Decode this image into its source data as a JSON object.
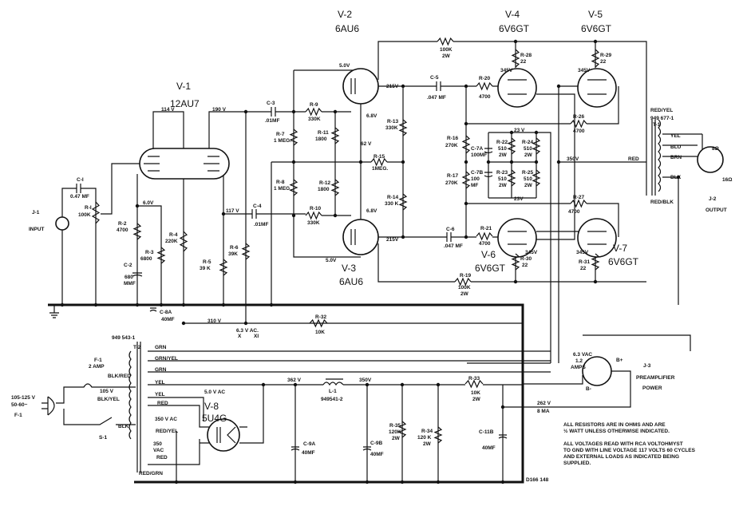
{
  "tubes": [
    {
      "name": "V-1",
      "type": "12AU7"
    },
    {
      "name": "V-2",
      "type": "6AU6"
    },
    {
      "name": "V-3",
      "type": "6AU6"
    },
    {
      "name": "V-4",
      "type": "6V6GT"
    },
    {
      "name": "V-5",
      "type": "6V6GT"
    },
    {
      "name": "V-6",
      "type": "6V6GT"
    },
    {
      "name": "V-7",
      "type": "6V6GT"
    },
    {
      "name": "V-8",
      "type": "5U4G"
    }
  ],
  "resistors": [
    {
      "ref": "R-I",
      "value": "100K"
    },
    {
      "ref": "R-2",
      "value": "4700"
    },
    {
      "ref": "R-3",
      "value": "6800"
    },
    {
      "ref": "R-4",
      "value": "220K"
    },
    {
      "ref": "R-5",
      "value": "39 K"
    },
    {
      "ref": "R-6",
      "value": "39K"
    },
    {
      "ref": "R-7",
      "value": "1 MEG."
    },
    {
      "ref": "R-8",
      "value": "1 MEG."
    },
    {
      "ref": "R-9",
      "value": "330K"
    },
    {
      "ref": "R-10",
      "value": "330K"
    },
    {
      "ref": "R-11",
      "value": "1800"
    },
    {
      "ref": "R-12",
      "value": "1800"
    },
    {
      "ref": "R-13",
      "value": "330K"
    },
    {
      "ref": "R-14",
      "value": "330 K"
    },
    {
      "ref": "R-15",
      "value": "1MEG."
    },
    {
      "ref": "R-16",
      "value": "270K"
    },
    {
      "ref": "R-17",
      "value": "270K"
    },
    {
      "ref": "R-19",
      "value": "100K",
      "watt": "2W"
    },
    {
      "ref": "R-20",
      "value": "4700"
    },
    {
      "ref": "R-21",
      "value": "4700"
    },
    {
      "ref": "R-22",
      "value": "510",
      "watt": "2W"
    },
    {
      "ref": "R-23",
      "value": "510",
      "watt": "2W"
    },
    {
      "ref": "R-24",
      "value": "510",
      "watt": "2W"
    },
    {
      "ref": "R-25",
      "value": "510",
      "watt": "2W"
    },
    {
      "ref": "R-26",
      "value": "4700"
    },
    {
      "ref": "R-27",
      "value": "4700"
    },
    {
      "ref": "R-28",
      "value": "22"
    },
    {
      "ref": "R-29",
      "value": "22"
    },
    {
      "ref": "R-30",
      "value": "22"
    },
    {
      "ref": "R-31",
      "value": "22"
    },
    {
      "ref": "R-32",
      "value": "10K"
    },
    {
      "ref": "R-33",
      "value": "10K",
      "watt": "2W"
    },
    {
      "ref": "R-34",
      "value": "120 K",
      "watt": "2W"
    },
    {
      "ref": "R-35",
      "value": "120K",
      "watt": "2W"
    },
    {
      "ref": "",
      "value": "100K",
      "watt": "2W"
    }
  ],
  "capacitors": [
    {
      "ref": "C-I",
      "value": "0.47 MF"
    },
    {
      "ref": "C-2",
      "value": "680",
      "unit": "MMF"
    },
    {
      "ref": "C-3",
      "value": ".01MF"
    },
    {
      "ref": "C-4",
      "value": ".01MF"
    },
    {
      "ref": "C-5",
      "value": ".047 MF"
    },
    {
      "ref": "C-6",
      "value": ".047 MF"
    },
    {
      "ref": "C-7A",
      "value": "100MF"
    },
    {
      "ref": "C-7B",
      "value": "100",
      "unit": "MF"
    },
    {
      "ref": "C-8A",
      "value": "40MF"
    },
    {
      "ref": "C-9A",
      "value": "40MF"
    },
    {
      "ref": "C-9B",
      "value": "40MF"
    },
    {
      "ref": "C-11B",
      "value": "40MF"
    }
  ],
  "voltages": {
    "v114": "114 V",
    "v190": "190 V",
    "v6_0": "6.0V",
    "v117": "117 V",
    "v5_0a": "5.0V",
    "v5_0b": "5.0V",
    "v6_8a": "6.8V",
    "v6_8b": "6.8V",
    "v62": "62 V",
    "v215a": "215V",
    "v215b": "215V",
    "v345a": "345V",
    "v345b": "345V",
    "v345c": "345V",
    "v345d": "345V",
    "v23a": "23 V",
    "v23b": "23V",
    "v350": "350V",
    "v310": "310 V",
    "v362": "362 V",
    "v350b": "350V",
    "v262": "262 V",
    "ma": "8 MA",
    "heater": "6.3 V AC.",
    "vac5": "5.0 V AC",
    "vac350": "350 V AC",
    "vac350b": "350",
    "vac350c": "VAC",
    "tap105": "105 V"
  },
  "wires": {
    "red_yel": "RED/YEL",
    "red": "RED",
    "red_blk": "RED/BLK",
    "yel": "YEL",
    "blu": "BLU",
    "brn": "BRN",
    "blk": "BLK",
    "grn1": "GRN",
    "grn_yel": "GRN/YEL",
    "grn2": "GRN",
    "yel1": "YEL",
    "yel2": "YEL",
    "red1": "RED",
    "red_yel2": "RED/YEL",
    "red2": "RED",
    "red_grn": "RED/GRN",
    "blk_red": "BLK/RED",
    "blk_yel": "BLK/YEL",
    "blk2": "BLK"
  },
  "parts": {
    "t1_part": "949 677-1",
    "t1": "T-1",
    "t2_part": "949 543-1",
    "t2": "T-2",
    "l1": "L-1",
    "l1_part": "949541-2",
    "fuse": "F-1",
    "fuse_rating": "2 AMP",
    "switch": "S-1",
    "plug": "F-1",
    "line_voltage": "105-125 V",
    "line_freq": "50-60~",
    "ohm8": "8Ω",
    "ohm16": "16Ω",
    "x": "X",
    "x1": "XI"
  },
  "connectors": {
    "j1": "J-1",
    "j1_label": "INPUT",
    "j2": "J-2",
    "j2_label": "OUTPUT",
    "j3": "J-3",
    "j3_label1": "PREAMPLIFIER",
    "j3_label2": "POWER",
    "j3_heater": "6.3 VAC",
    "j3_amps1": "1.2",
    "j3_amps2": "AMPS",
    "bplus": "B+",
    "bminus": "B-"
  },
  "notes": [
    "ALL RESISTORS ARE IN OHMS AND ARE",
    "½ WATT UNLESS OTHERWISE INDICATED.",
    "ALL VOLTAGES READ WITH RCA VOLTOHMYST",
    "TO GND WITH LINE VOLTAGE 117 VOLTS 60 CYCLES",
    "AND EXTERNAL LOADS AS INDICATED BEING",
    "SUPPLIED."
  ],
  "drawing_number": "D166 148"
}
